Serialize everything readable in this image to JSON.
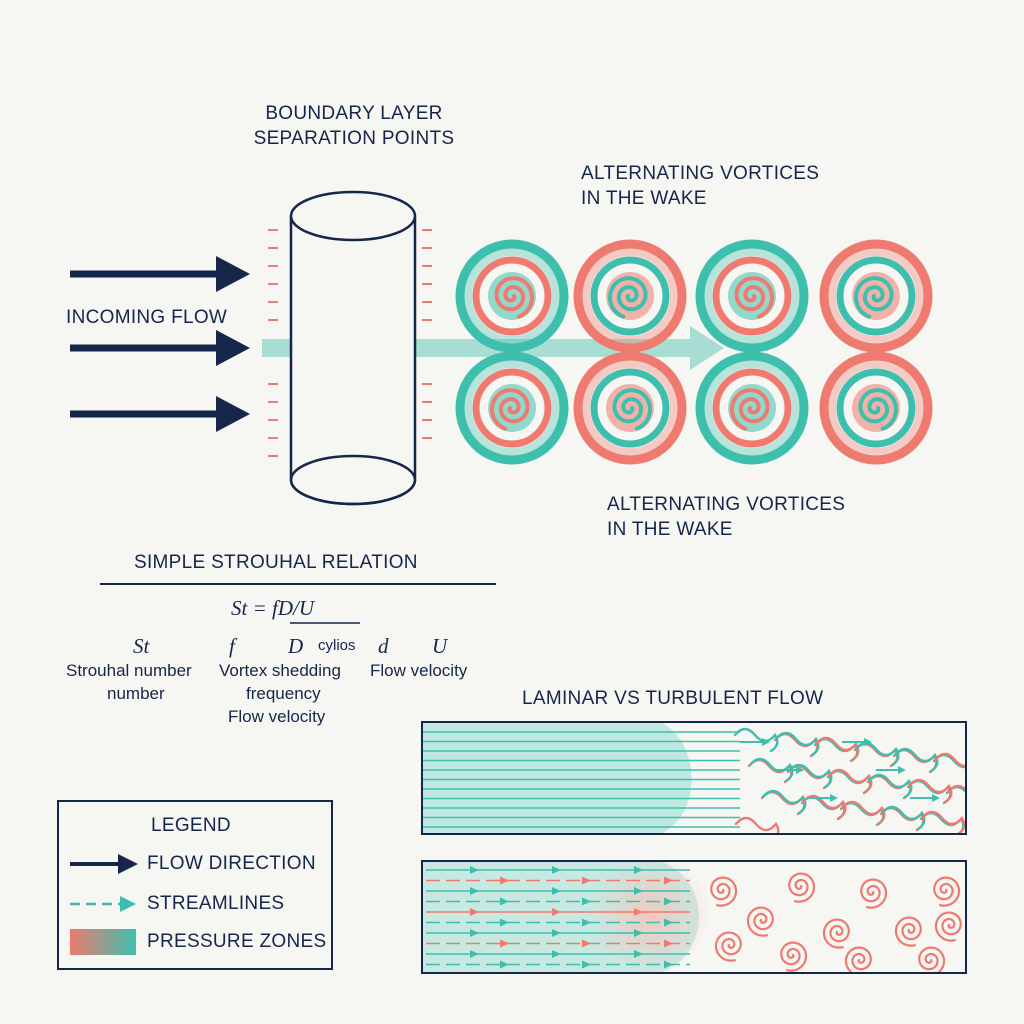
{
  "diagram": {
    "labels": {
      "boundary_layer": [
        "BOUNDARY LAYER",
        "SEPARATION POINTS"
      ],
      "incoming_flow": "INCOMING FLOW",
      "vortices_top": [
        "ALTERNATING VORTICES",
        "IN THE WAKE"
      ],
      "vortices_bottom": [
        "ALTERNATING VORTICES",
        "IN THE WAKE"
      ]
    },
    "strouhal": {
      "title": "SIMPLE STROUHAL RELATION",
      "equation": "St = fD/U",
      "symbols": {
        "st": "St",
        "f": "f",
        "d_upper": "D",
        "cylinder_note": "cylios",
        "d_lower": "d",
        "u": "U"
      },
      "descriptions": {
        "st_line1": "Strouhal number",
        "st_line2": "number",
        "f_line1": "Vortex shedding",
        "f_line2": "frequency",
        "f_line3": "Flow velocity",
        "u_line1": "Flow velocity"
      }
    },
    "comparison": {
      "title": "LAMINAR VS TURBULENT FLOW"
    },
    "legend": {
      "title": "LEGEND",
      "items": [
        {
          "label": "FLOW DIRECTION",
          "icon": "solid-arrow-icon"
        },
        {
          "label": "STREAMLINES",
          "icon": "dashed-arrow-icon"
        },
        {
          "label": "PRESSURE ZONES",
          "icon": "gradient-swatch-icon"
        }
      ]
    },
    "colors": {
      "navy": "#16264a",
      "teal": "#3ebfae",
      "coral": "#ee7a70",
      "background": "#f6f6f2"
    }
  }
}
